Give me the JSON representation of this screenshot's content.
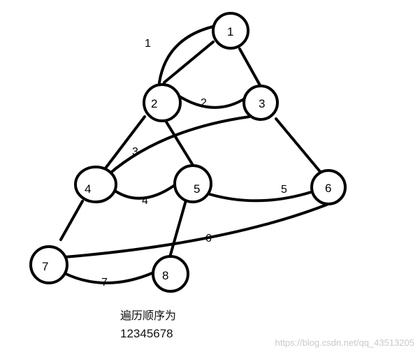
{
  "graph": {
    "nodes": [
      "1",
      "2",
      "3",
      "4",
      "5",
      "6",
      "7",
      "8"
    ],
    "edges": [
      {
        "from": "1",
        "to": "2",
        "order_label": "1"
      },
      {
        "from": "2",
        "to": "3",
        "order_label": "2"
      },
      {
        "from": "3",
        "to": "4",
        "order_label": "3"
      },
      {
        "from": "4",
        "to": "5",
        "order_label": "4"
      },
      {
        "from": "5",
        "to": "6",
        "order_label": "5"
      },
      {
        "from": "6",
        "to": "7",
        "order_label": "6"
      },
      {
        "from": "7",
        "to": "8",
        "order_label": "7"
      },
      {
        "from": "1",
        "to": "3"
      },
      {
        "from": "2",
        "to": "4"
      },
      {
        "from": "2",
        "to": "5"
      },
      {
        "from": "3",
        "to": "6"
      },
      {
        "from": "4",
        "to": "7"
      },
      {
        "from": "5",
        "to": "8"
      }
    ]
  },
  "caption": {
    "title": "遍历顺序为",
    "sequence": "12345678"
  },
  "watermark": "https://blog.csdn.net/qq_43513205"
}
